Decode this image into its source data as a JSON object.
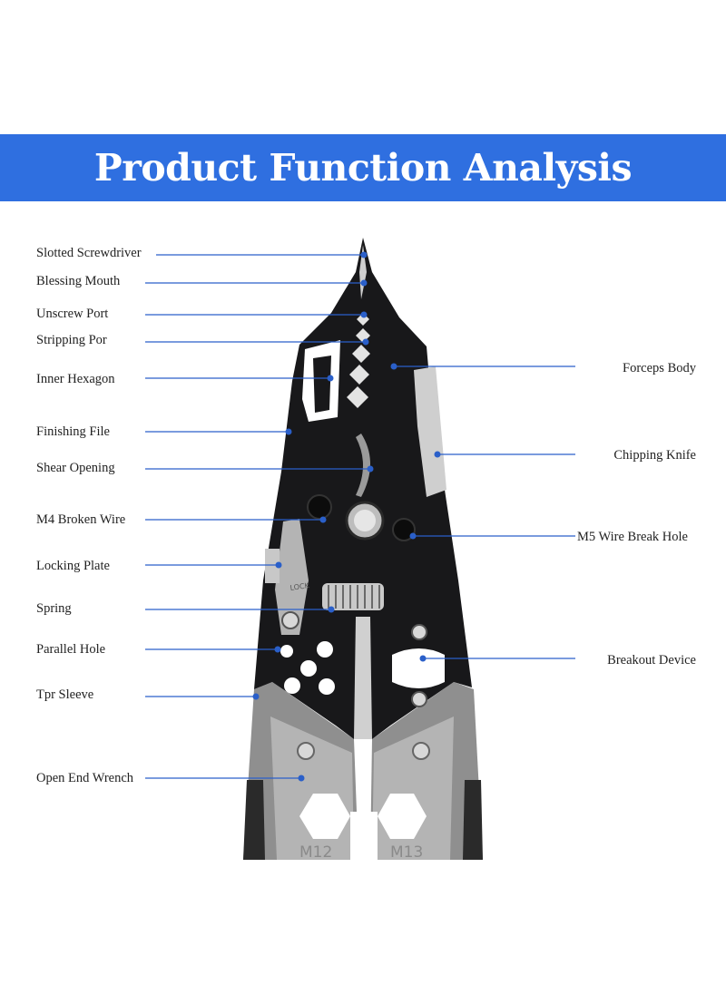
{
  "header": {
    "title": "Product Function Analysis"
  },
  "colors": {
    "banner": "#2f6fe0",
    "leader": "#2a5fc9",
    "tool_body": "#1a1a1c",
    "handle": "#9a9a9a"
  },
  "labels_left": [
    {
      "id": "slotted-screwdriver",
      "text": "Slotted Screwdriver"
    },
    {
      "id": "blessing-mouth",
      "text": "Blessing Mouth"
    },
    {
      "id": "unscrew-port",
      "text": "Unscrew Port"
    },
    {
      "id": "stripping-por",
      "text": "Stripping Por"
    },
    {
      "id": "inner-hexagon",
      "text": "Inner Hexagon"
    },
    {
      "id": "finishing-file",
      "text": "Finishing File"
    },
    {
      "id": "shear-opening",
      "text": "Shear Opening"
    },
    {
      "id": "m4-broken-wire",
      "text": "M4 Broken Wire"
    },
    {
      "id": "locking-plate",
      "text": "Locking Plate"
    },
    {
      "id": "spring",
      "text": "Spring"
    },
    {
      "id": "parallel-hole",
      "text": "Parallel Hole"
    },
    {
      "id": "tpr-sleeve",
      "text": "Tpr Sleeve"
    },
    {
      "id": "open-end-wrench",
      "text": "Open End Wrench"
    }
  ],
  "labels_right": [
    {
      "id": "forceps-body",
      "text": "Forceps Body"
    },
    {
      "id": "chipping-knife",
      "text": "Chipping Knife"
    },
    {
      "id": "m5-wire-break-hole",
      "text": "M5 Wire Break Hole"
    },
    {
      "id": "breakout-device",
      "text": "Breakout Device"
    }
  ],
  "tool": {
    "lock_text": "LOCK",
    "wrench_left": "M12",
    "wrench_right": "M13"
  }
}
